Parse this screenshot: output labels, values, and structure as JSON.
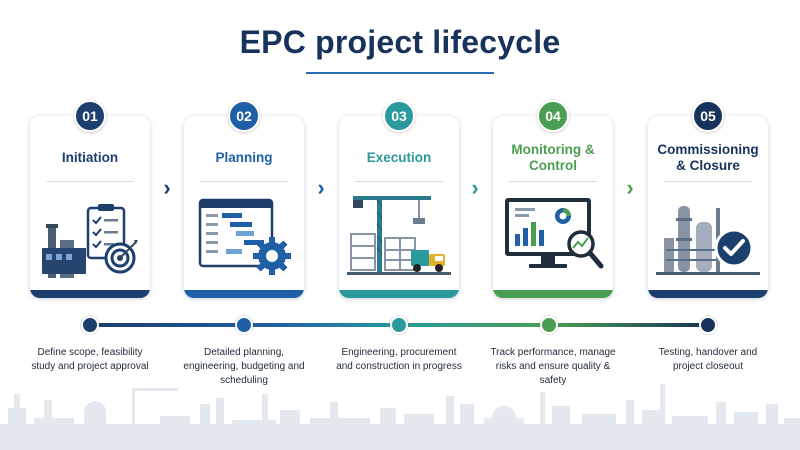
{
  "title": "EPC project lifecycle",
  "colors": {
    "navy": "#1c3f6e",
    "blue": "#1f5fa6",
    "teal": "#2a9a9c",
    "green": "#4a9e52",
    "dark_navy": "#17335c"
  },
  "stages": [
    {
      "number": "01",
      "name": "Initiation",
      "description": "Define scope, feasibility study and project approval",
      "color": "#1c3f6e",
      "illustration": "plant-clipboard-target-icon"
    },
    {
      "number": "02",
      "name": "Planning",
      "description": "Detailed planning, engineering, budgeting and scheduling",
      "color": "#1f5fa6",
      "illustration": "gantt-chart-gear-icon"
    },
    {
      "number": "03",
      "name": "Execution",
      "description": "Engineering, procurement and construction in progress",
      "color": "#2a9a9c",
      "illustration": "crane-construction-truck-icon"
    },
    {
      "number": "04",
      "name": "Monitoring & Control",
      "description": "Track performance, manage risks and ensure quality & safety",
      "color": "#4a9e52",
      "illustration": "monitor-dashboard-magnifier-icon"
    },
    {
      "number": "05",
      "name": "Commissioning & Closure",
      "description": "Testing, handover and project closeout",
      "color": "#17335c",
      "illustration": "plant-checkmark-icon"
    }
  ],
  "chevron_glyph": "›"
}
